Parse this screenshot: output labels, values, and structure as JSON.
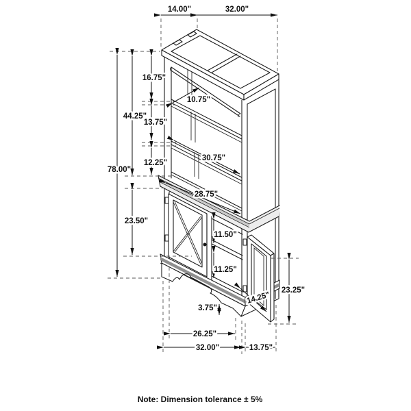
{
  "diagram": {
    "type": "furniture-dimension-drawing",
    "subject": "bookcase hutch with lower cabinet, right door open",
    "note": "Note: Dimension tolerance ± 5%",
    "colors": {
      "line": "#1c1c1c",
      "extension_line": "#555555",
      "molding_gray": "#8f8f8f",
      "background": "#ffffff",
      "text": "#111111"
    },
    "dims": {
      "top_depth": "14.00\"",
      "top_width": "32.00\"",
      "overall_height": "78.00\"",
      "hutch_interior_height": "44.25\"",
      "top_shelf_space": "16.75\"",
      "middle_shelf_space": "13.75\"",
      "bottom_shelf_space": "12.25\"",
      "shelf_depth": "10.75\"",
      "shelf_width": "30.75\"",
      "counter_width": "28.75\"",
      "lower_section_height": "23.50\"",
      "cabinet_upper_space": "11.50\"",
      "cabinet_lower_space": "11.25\"",
      "door_width": "14.25\"",
      "door_height": "23.25\"",
      "plinth_height": "3.75\"",
      "base_inner_width": "26.25\"",
      "base_width": "32.00\"",
      "base_depth": "13.75\""
    }
  }
}
